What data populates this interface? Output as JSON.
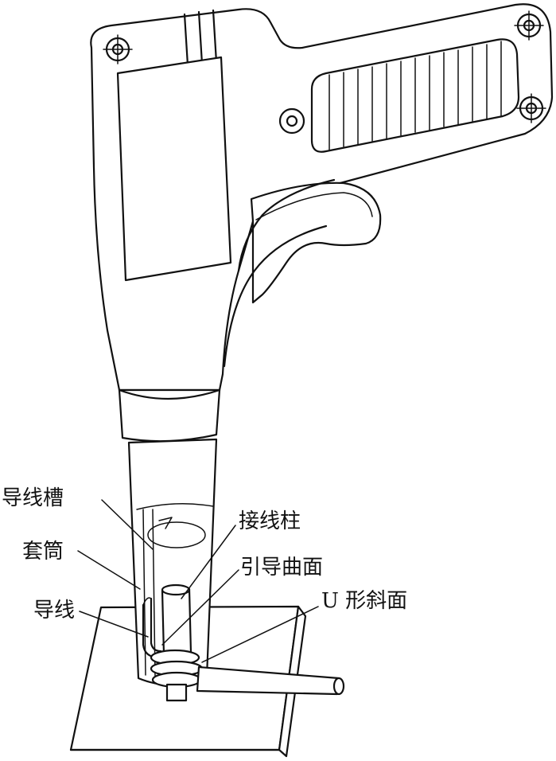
{
  "labels": {
    "wire_groove": "导线槽",
    "sleeve": "套筒",
    "wire": "导线",
    "terminal_post": "接线柱",
    "guide_curve": "引导曲面",
    "u_slope": "U 形斜面"
  }
}
